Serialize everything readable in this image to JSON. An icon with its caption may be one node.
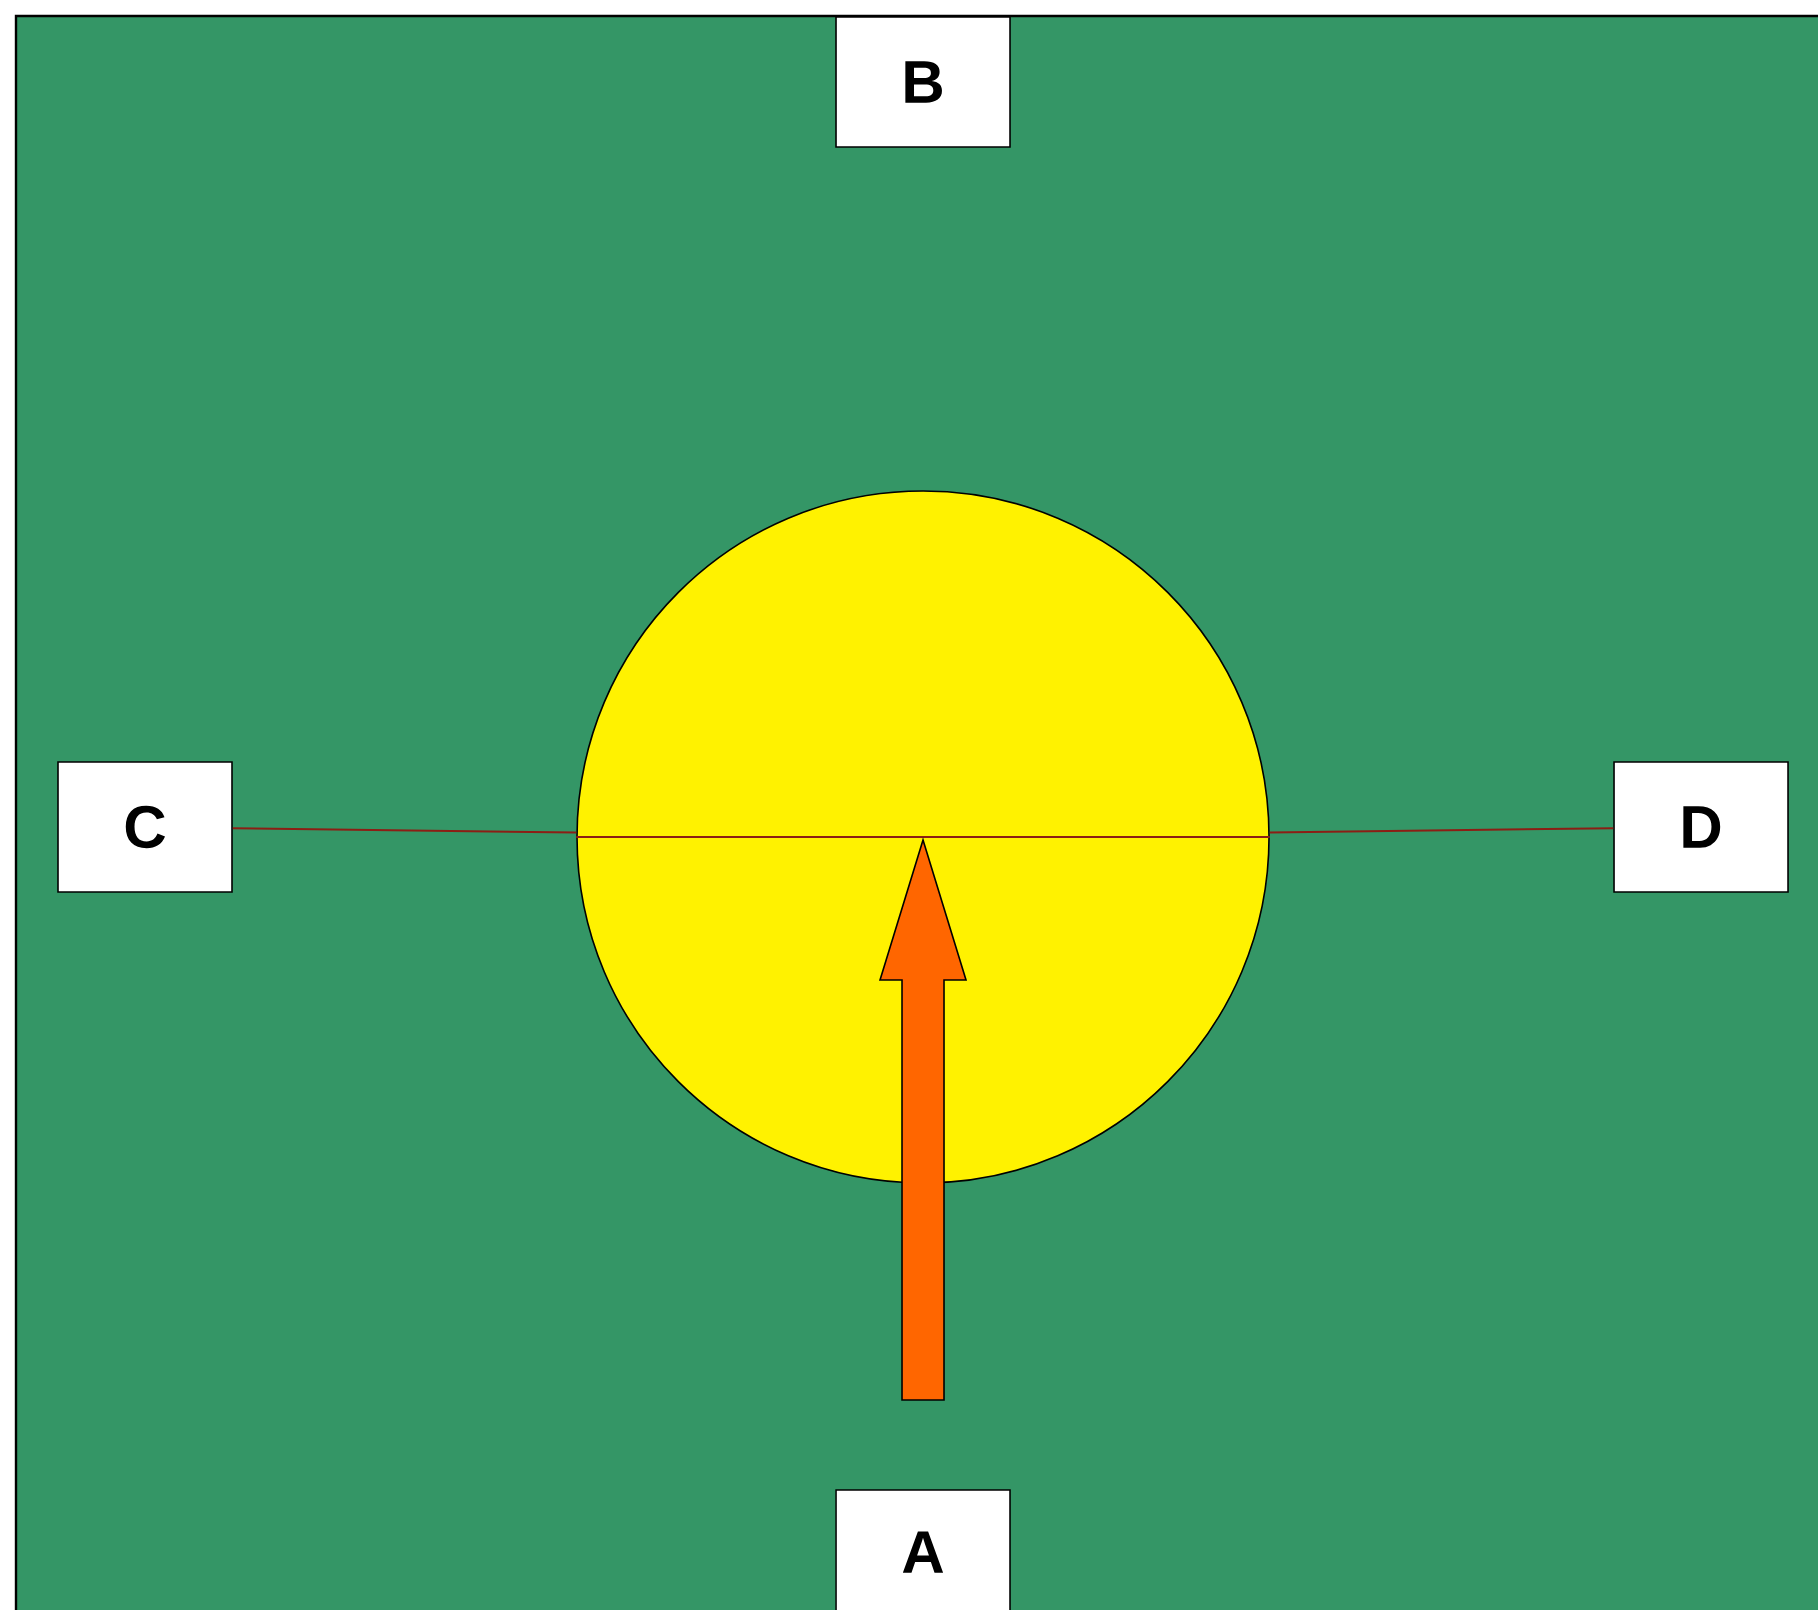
{
  "diagram": {
    "nodes": [
      {
        "text": [
          "B"
        ]
      },
      {
        "text": [
          "C"
        ]
      },
      {
        "text": [],
        "shape": "circle"
      },
      {
        "text": [
          "D"
        ]
      },
      {
        "text": [
          "A"
        ]
      }
    ],
    "edges": [
      {
        "from": 1,
        "to": 2,
        "arrow": "none"
      },
      {
        "from": 2,
        "to": 3,
        "arrow": "none"
      }
    ]
  }
}
